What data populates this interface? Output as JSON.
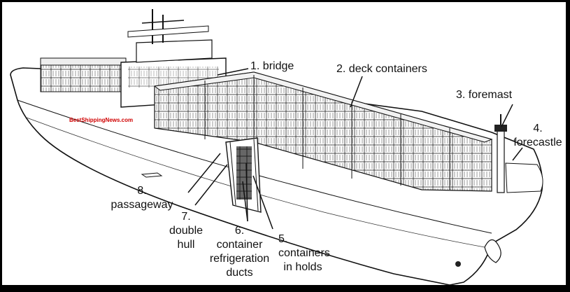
{
  "watermark": "BestShippingNews.com",
  "labels": {
    "bridge": "1. bridge",
    "deck_containers": "2. deck containers",
    "foremast": "3. foremast",
    "forecastle_num": "4.",
    "forecastle": "forecastle",
    "containers_in_holds_num": "5.",
    "containers_in_holds_1": "containers",
    "containers_in_holds_2": "in holds",
    "refrigeration_num": "6.",
    "refrigeration_1": "container",
    "refrigeration_2": "refrigeration",
    "refrigeration_3": "ducts",
    "double_hull_num": "7.",
    "double_hull_1": "double",
    "double_hull_2": "hull",
    "passageway_num": "8.",
    "passageway": "passageway"
  },
  "colors": {
    "frame": "#000000",
    "background": "#ffffff",
    "ink": "#111111",
    "watermark": "#d00000"
  }
}
